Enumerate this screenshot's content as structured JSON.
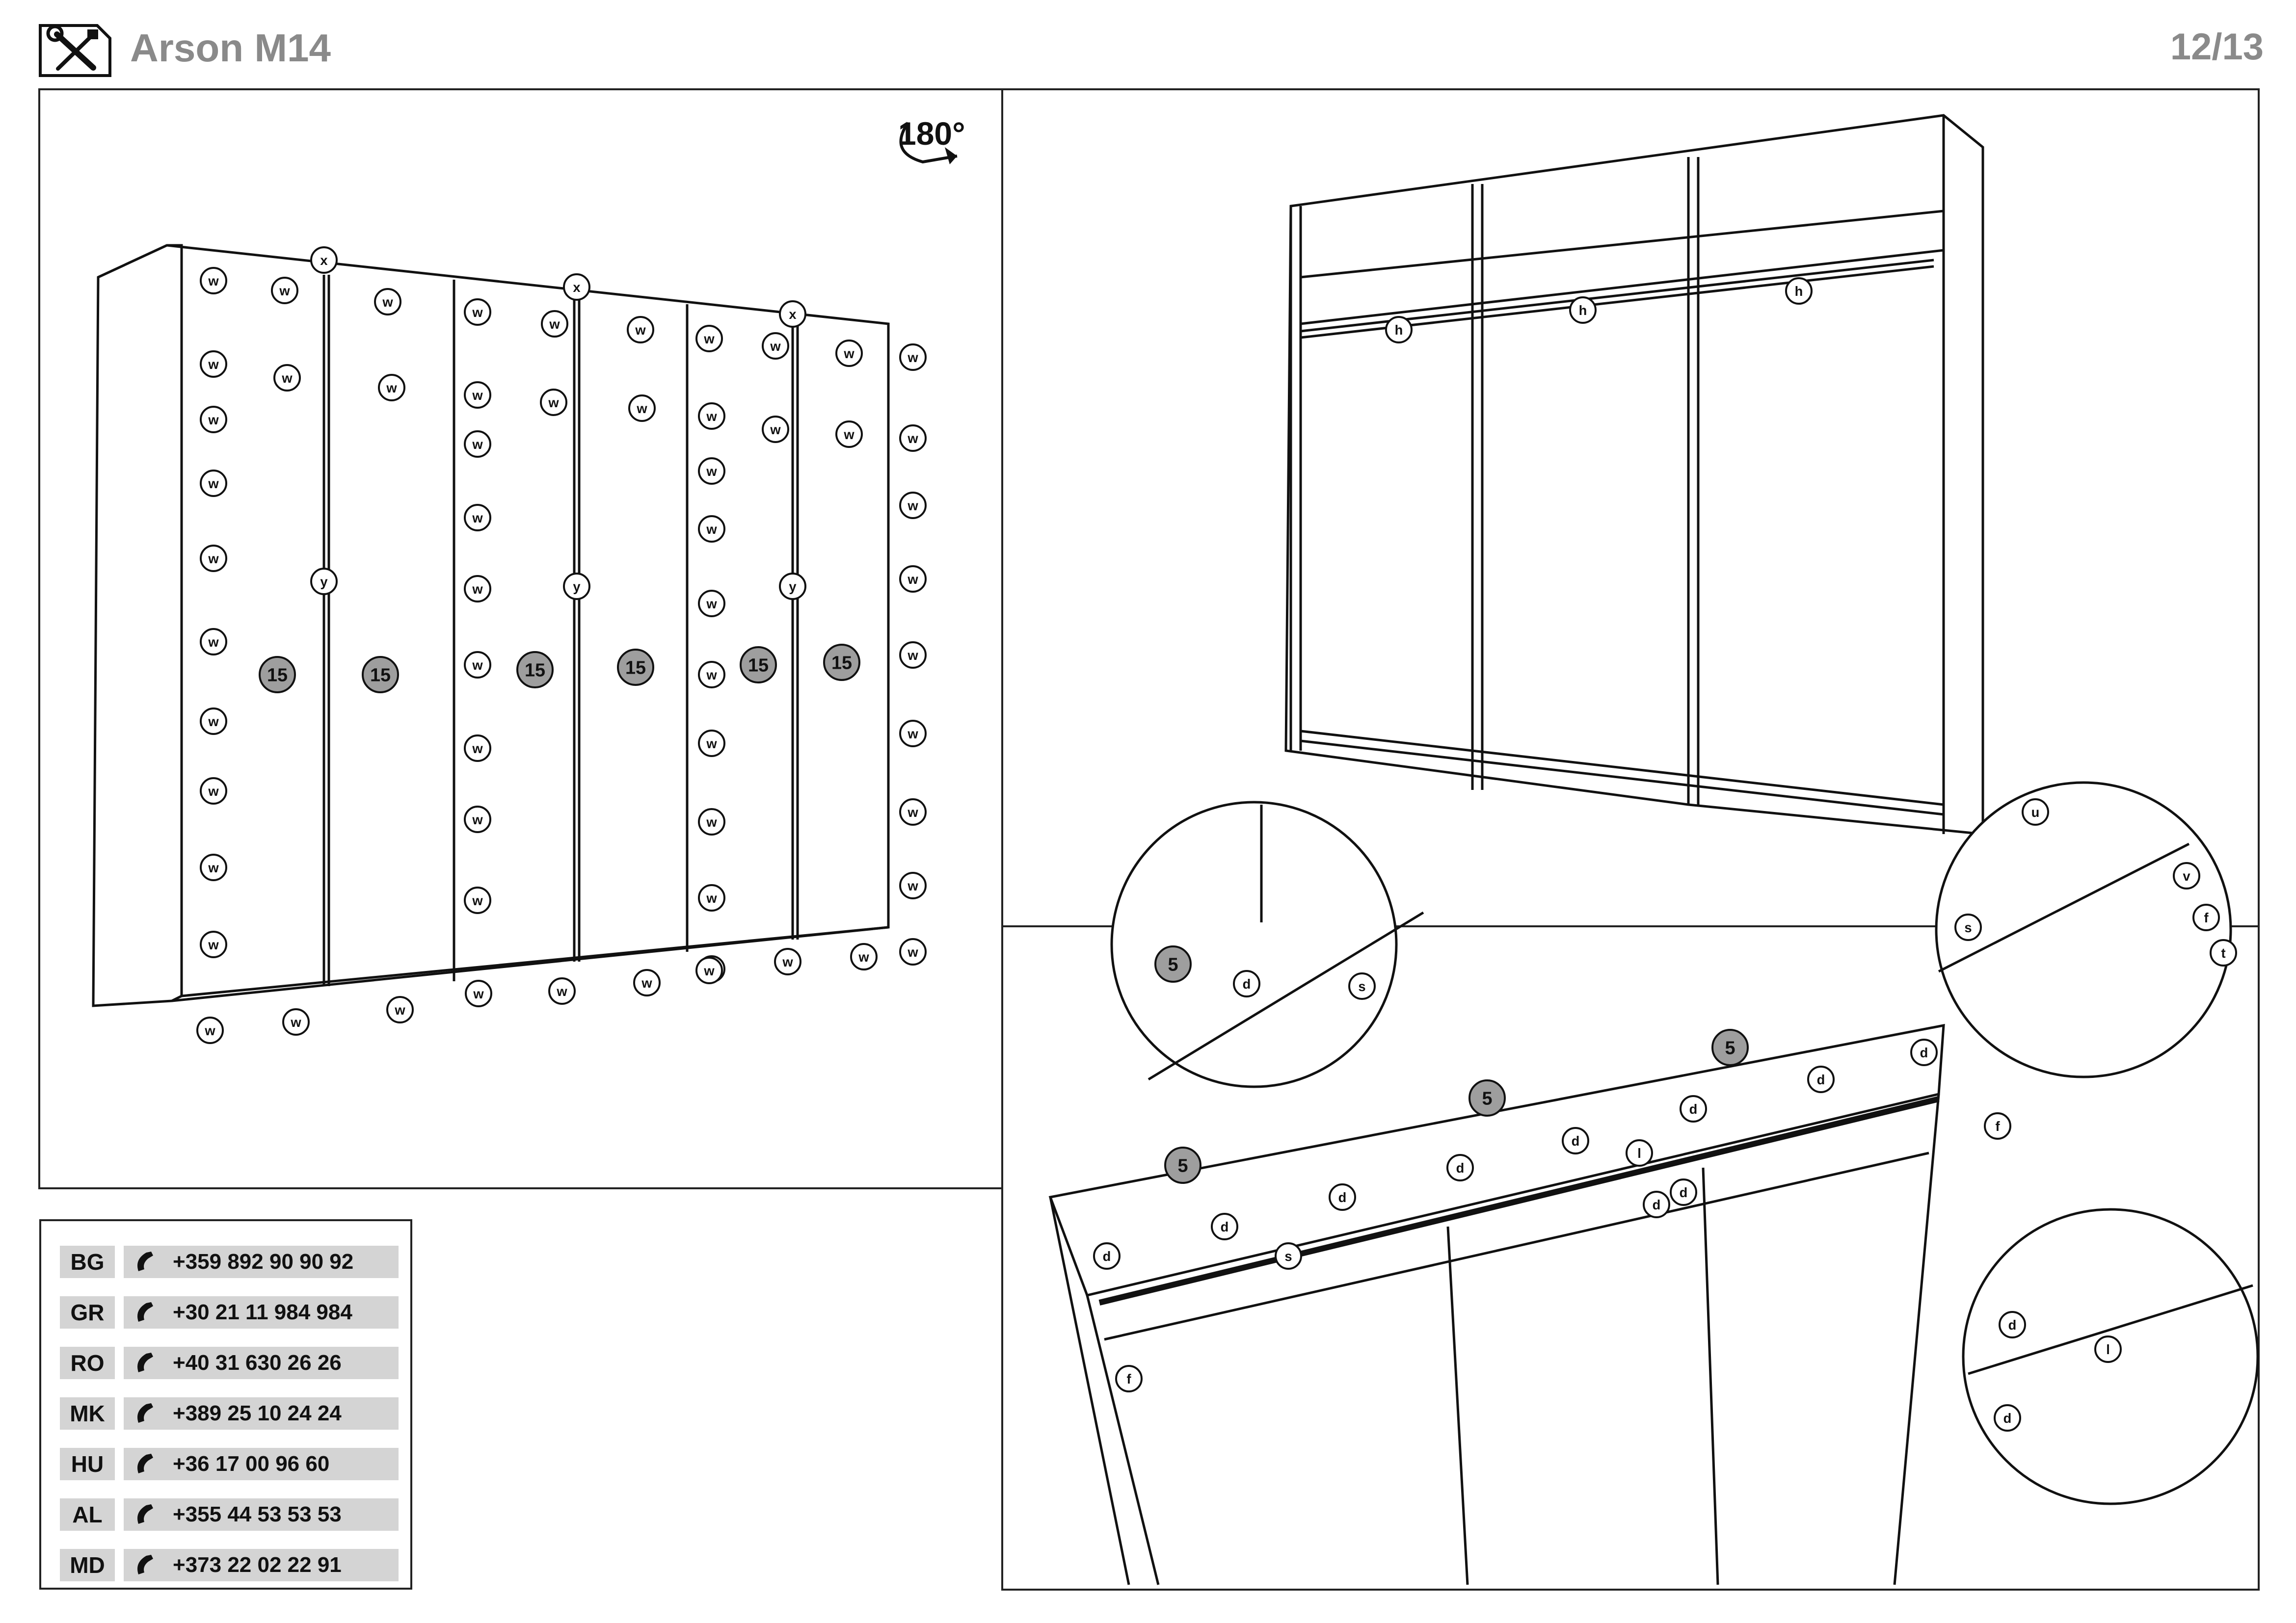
{
  "header": {
    "title": "Arson M14",
    "page": "12/13",
    "icon": "tools-icon"
  },
  "left_panel": {
    "rotation": "180°",
    "callout_x": "x",
    "callout_y": "y",
    "callout_w": "w",
    "part_label": "15"
  },
  "right_panel": {
    "callout_h": "h",
    "step_label": "5",
    "labels": {
      "d": "d",
      "s": "s",
      "f": "f",
      "l": "l",
      "u": "u",
      "v": "v",
      "t": "t"
    }
  },
  "phones": [
    {
      "code": "BG",
      "number": "+359 892 90 90 92"
    },
    {
      "code": "GR",
      "number": "+30 21 11 984 984"
    },
    {
      "code": "RO",
      "number": "+40 31 630 26 26"
    },
    {
      "code": "MK",
      "number": "+389 25 10 24 24"
    },
    {
      "code": "HU",
      "number": "+36 17 00 96 60"
    },
    {
      "code": "AL",
      "number": "+355 44 53 53 53"
    },
    {
      "code": "MD",
      "number": "+373 22 02 22 91"
    }
  ]
}
